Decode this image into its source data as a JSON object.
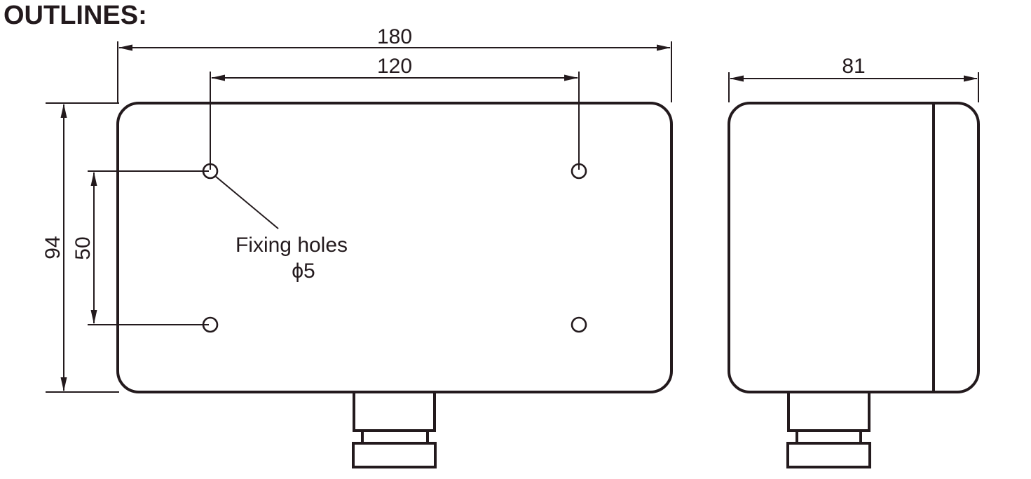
{
  "title": "OUTLINES:",
  "colors": {
    "ink": "#231a1d",
    "background": "#ffffff"
  },
  "front_view": {
    "overall_width_label": "180",
    "hole_spacing_horizontal_label": "120",
    "overall_height_label": "94",
    "hole_spacing_vertical_label": "50",
    "annotation_line1": "Fixing holes",
    "annotation_line2": "ϕ5",
    "hole_count": 4
  },
  "side_view": {
    "depth_label": "81"
  }
}
